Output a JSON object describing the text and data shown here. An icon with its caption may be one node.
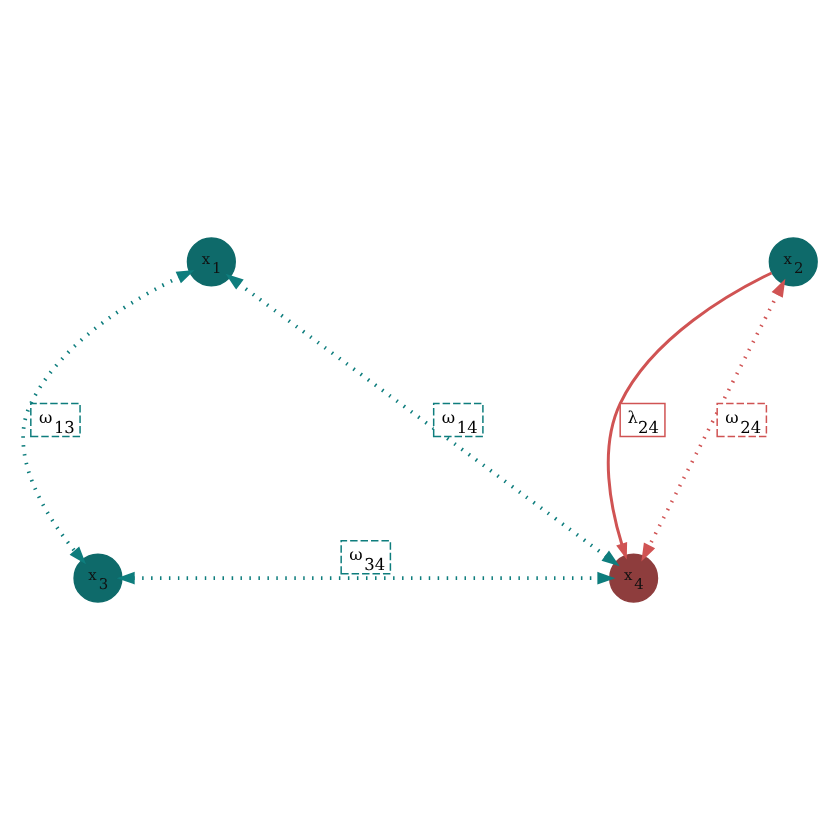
{
  "diagram": {
    "nodes": [
      {
        "text": [
          "x$_{1}$"
        ]
      },
      {
        "text": [
          "x$_{2}$"
        ]
      },
      {
        "text": [
          "x$_{3}$"
        ]
      },
      {
        "text": [
          "x$_{4}$"
        ]
      }
    ],
    "edges": [
      {
        "from": 0,
        "to": 2,
        "arrow": "both",
        "style": "dashed",
        "label": "ω$_{13}$"
      },
      {
        "from": 0,
        "to": 3,
        "arrow": "both",
        "style": "dashed",
        "label": "ω$_{14}$"
      },
      {
        "from": 2,
        "to": 3,
        "arrow": "both",
        "style": "dashed",
        "label": "ω$_{34}$"
      },
      {
        "from": 1,
        "to": 3,
        "arrow": "to",
        "color": "#d05353",
        "label": "λ$_{24}$"
      },
      {
        "from": 1,
        "to": 3,
        "arrow": "both",
        "style": "dashed",
        "color": "#d05353",
        "label": "ω$_{24}$"
      }
    ]
  }
}
